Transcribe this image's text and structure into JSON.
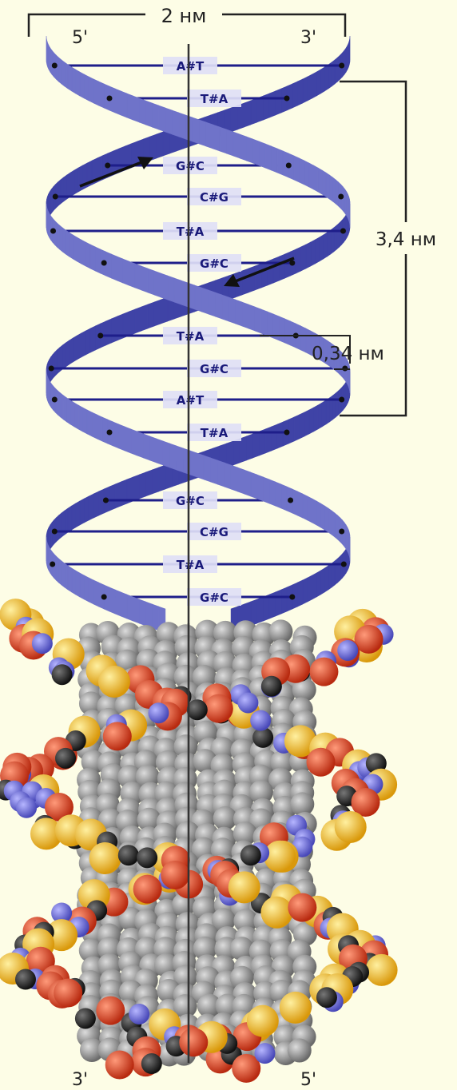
{
  "width_label": "2 нм",
  "pitch_label": "3,4 нм",
  "rise_label": "0,34 нм",
  "top_left_end": "5'",
  "top_right_end": "3'",
  "bottom_left_end": "3'",
  "bottom_right_end": "5'",
  "base_pairs": [
    "A#T",
    "T#A",
    "G#C",
    "C#G",
    "T#A",
    "G#C",
    "T#A",
    "G#C",
    "A#T",
    "T#A",
    "G#C",
    "C#G",
    "T#A",
    "G#C"
  ],
  "colors": {
    "background": "#fdfde6",
    "strand": "#6f73c9",
    "strand_dark": "#3f43a6",
    "bond": "#1e1e8a",
    "atom_oxygen": "#d63a1e",
    "atom_phosphorus": "#f2b81c",
    "atom_carbon": "#2a2a2a",
    "atom_nitrogen": "#6a6ad8",
    "atom_base": "#9a9a9a"
  }
}
